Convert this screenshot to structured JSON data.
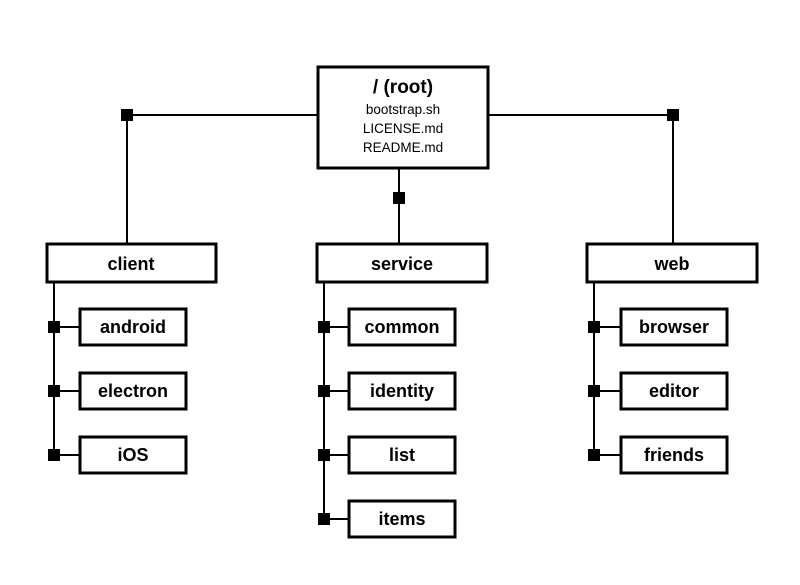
{
  "root": {
    "title": "/ (root)",
    "files": [
      "bootstrap.sh",
      "LICENSE.md",
      "README.md"
    ]
  },
  "groups": [
    {
      "name": "client",
      "children": [
        "android",
        "electron",
        "iOS"
      ]
    },
    {
      "name": "service",
      "children": [
        "common",
        "identity",
        "list",
        "items"
      ]
    },
    {
      "name": "web",
      "children": [
        "browser",
        "editor",
        "friends"
      ]
    }
  ],
  "colors": {
    "stroke": "#000000",
    "fill": "#ffffff"
  }
}
